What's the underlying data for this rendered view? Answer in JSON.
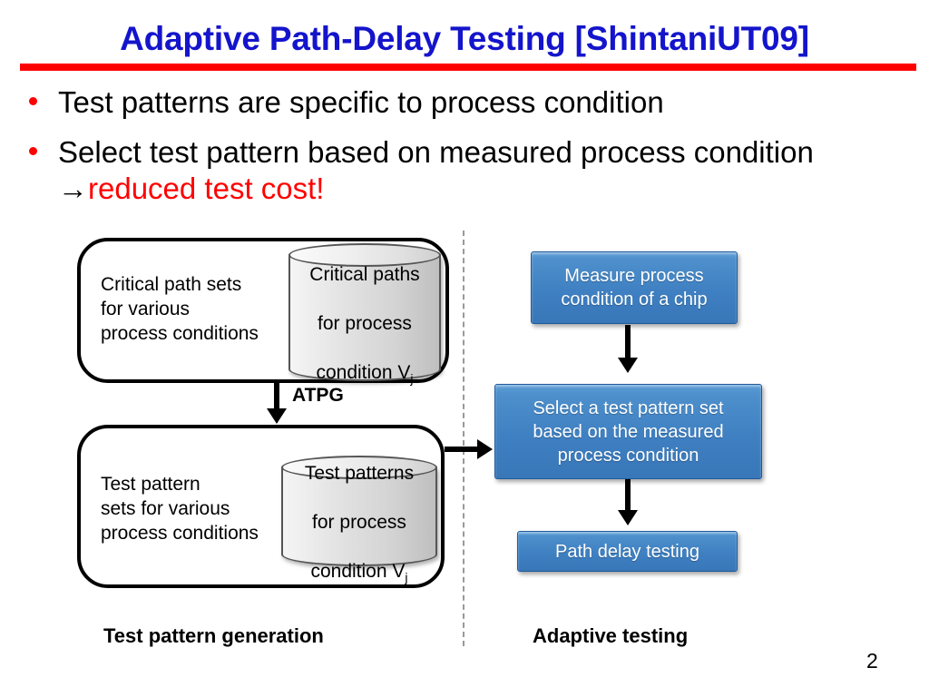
{
  "slide": {
    "title": "Adaptive Path-Delay Testing [ShintaniUT09]",
    "page_number": "2",
    "colors": {
      "title": "#1414CC",
      "rule": "#FF0000",
      "accent_red": "#FF0000",
      "blue_box": "#3F80C2",
      "blue_box_border": "#1F5B9B",
      "cylinder_fill": "#E0E0E0"
    }
  },
  "bullets": [
    {
      "text": "Test patterns are specific to process condition"
    },
    {
      "text_plain": "Select test pattern based on measured process condition ",
      "arrow": "→",
      "text_accent": "reduced test cost!"
    }
  ],
  "diagram": {
    "left_panel": {
      "caption": "Test pattern generation",
      "top_box": {
        "label": "Critical path sets\nfor various\nprocess conditions",
        "database": {
          "line1": "Critical paths",
          "line2": "for process",
          "line3": "condition V",
          "subscript": "j"
        }
      },
      "connector_label": "ATPG",
      "bottom_box": {
        "label": "Test pattern\nsets for various\nprocess conditions",
        "database": {
          "line1": "Test patterns",
          "line2": "for process",
          "line3": "condition V",
          "subscript": "j"
        }
      }
    },
    "right_panel": {
      "caption": "Adaptive testing",
      "steps": [
        {
          "label": "Measure process\ncondition of a chip"
        },
        {
          "label": "Select a test pattern set\nbased on the measured\nprocess condition"
        },
        {
          "label": "Path delay testing"
        }
      ]
    }
  }
}
